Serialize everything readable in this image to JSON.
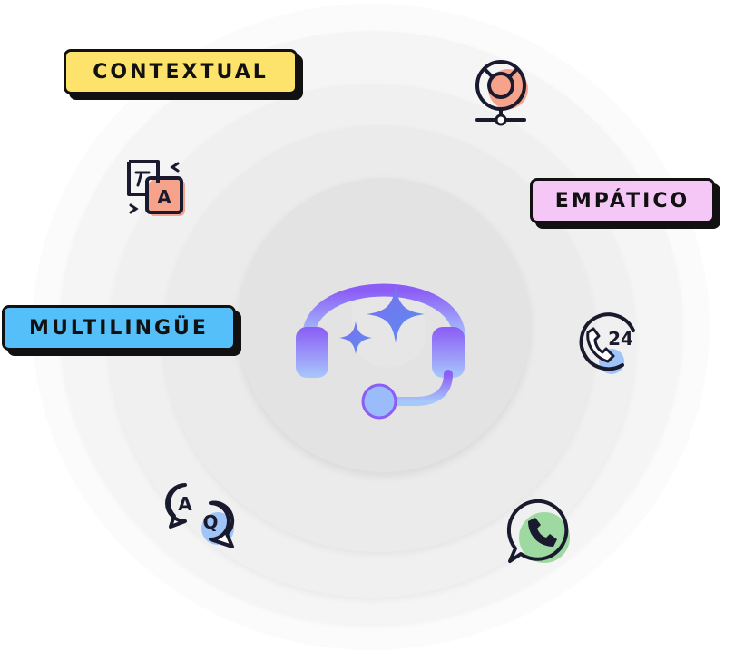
{
  "tags": {
    "contextual": "CONTEXTUAL",
    "empatico": "EMPÁTICO",
    "multilingue": "MULTILINGÜE"
  },
  "icons": [
    "headset-sparkles-icon",
    "support-agent-icon",
    "translate-icon",
    "phone-24-icon",
    "faq-bubbles-icon",
    "whatsapp-icon"
  ],
  "colors": {
    "contextual_tag": "#fde36b",
    "empatico_tag": "#f5c7f6",
    "multilingue_tag": "#54bff8",
    "headset_gradient_top": "#8b5cf6",
    "headset_gradient_bottom": "#93c5fd",
    "outline": "#1a1a2e"
  }
}
